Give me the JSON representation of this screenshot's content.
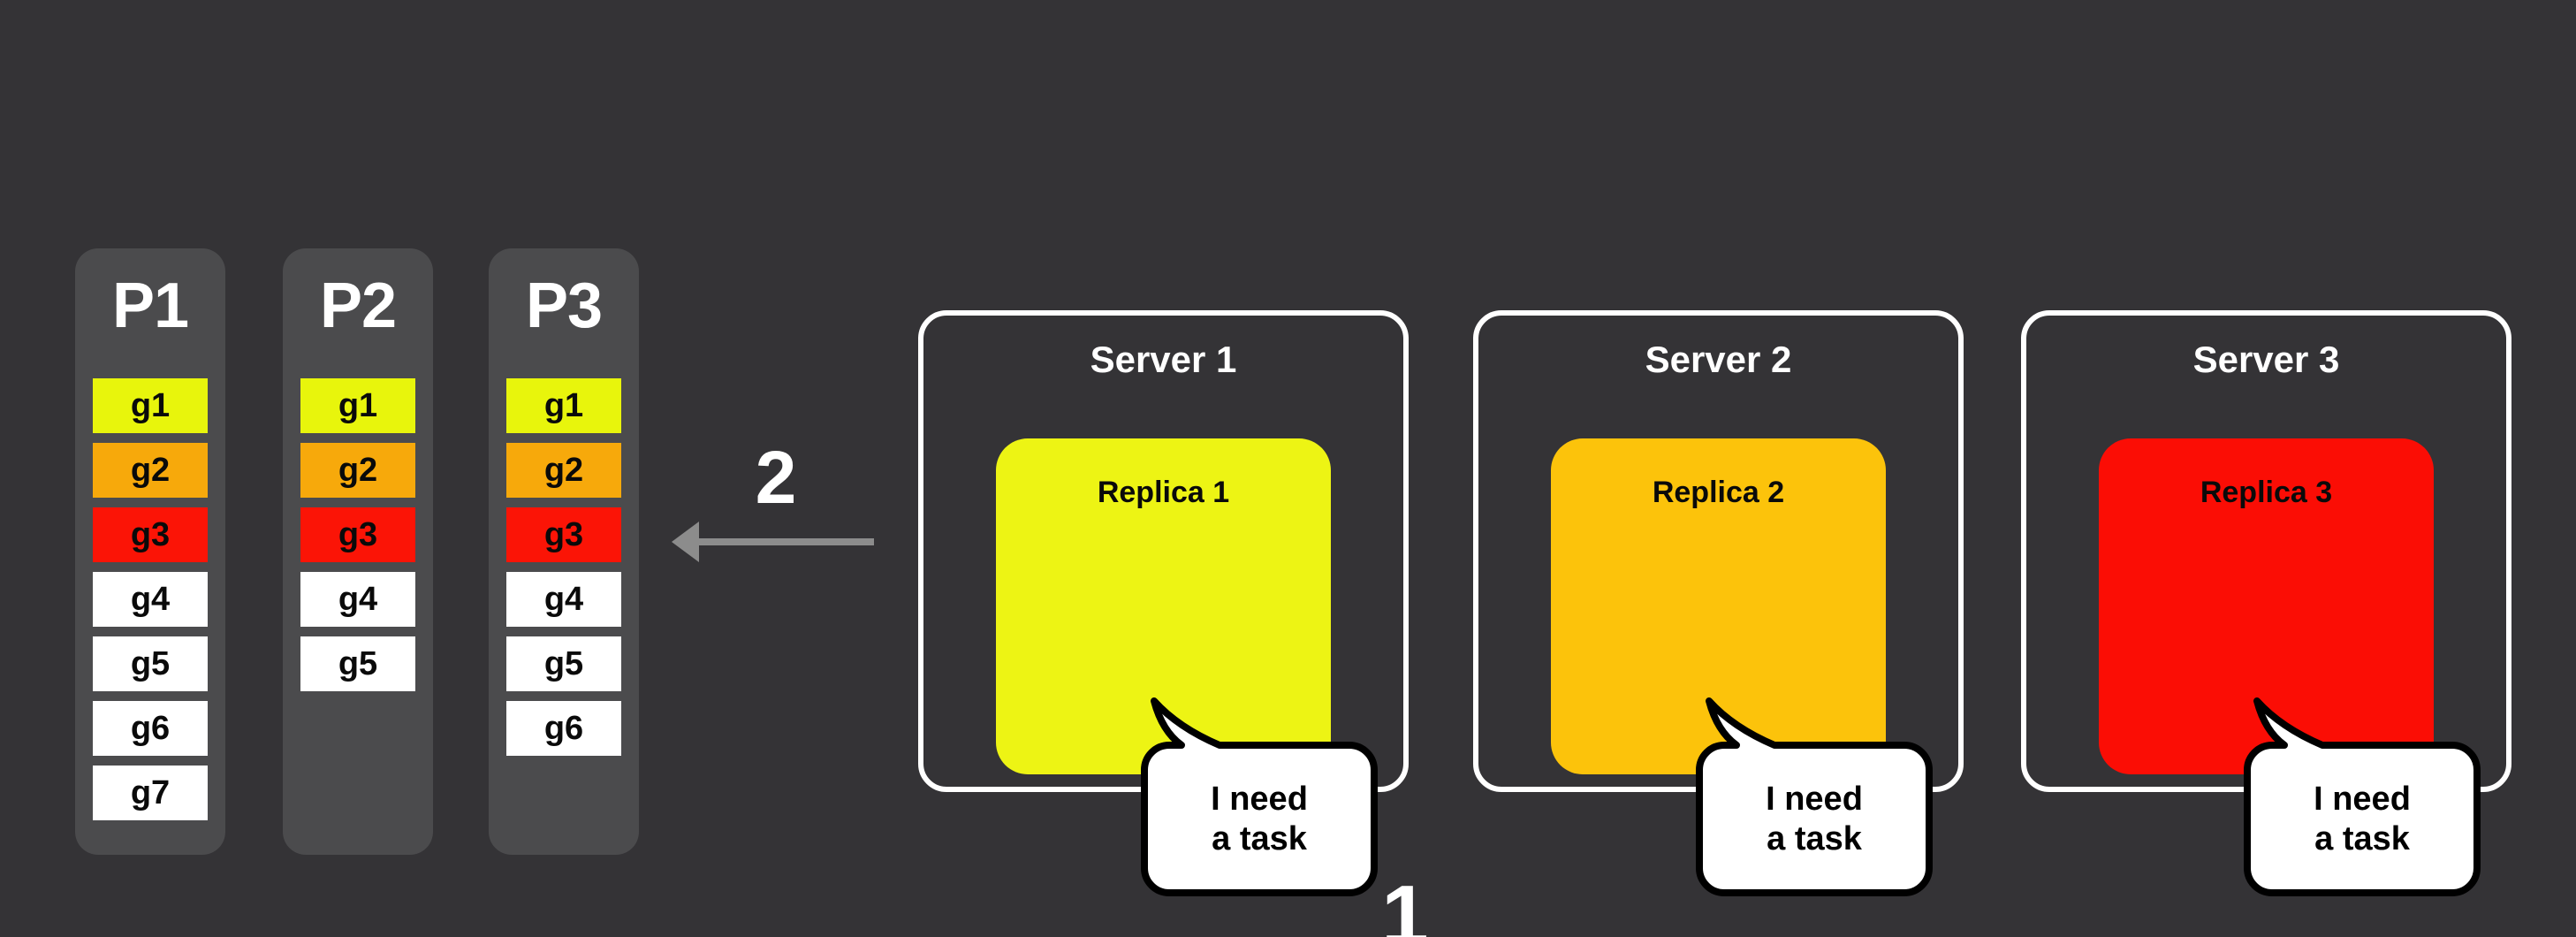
{
  "canvas": {
    "background": "#343336",
    "panel_bg": "#4B4B4D",
    "arrow_color": "#8C8C8C"
  },
  "steps": {
    "step1_label": "1",
    "step2_label": "2"
  },
  "partitions": {
    "columns": [
      {
        "title": "P1",
        "tasks": [
          {
            "label": "g1",
            "color": "#E8F50C"
          },
          {
            "label": "g2",
            "color": "#F7A90B"
          },
          {
            "label": "g3",
            "color": "#FB1406"
          },
          {
            "label": "g4",
            "color": "#FFFFFF"
          },
          {
            "label": "g5",
            "color": "#FFFFFF"
          },
          {
            "label": "g6",
            "color": "#FFFFFF"
          },
          {
            "label": "g7",
            "color": "#FFFFFF"
          }
        ]
      },
      {
        "title": "P2",
        "tasks": [
          {
            "label": "g1",
            "color": "#E8F50C"
          },
          {
            "label": "g2",
            "color": "#F7A90B"
          },
          {
            "label": "g3",
            "color": "#FB1406"
          },
          {
            "label": "g4",
            "color": "#FFFFFF"
          },
          {
            "label": "g5",
            "color": "#FFFFFF"
          }
        ]
      },
      {
        "title": "P3",
        "tasks": [
          {
            "label": "g1",
            "color": "#E8F50C"
          },
          {
            "label": "g2",
            "color": "#F7A90B"
          },
          {
            "label": "g3",
            "color": "#FB1406"
          },
          {
            "label": "g4",
            "color": "#FFFFFF"
          },
          {
            "label": "g5",
            "color": "#FFFFFF"
          },
          {
            "label": "g6",
            "color": "#FFFFFF"
          }
        ]
      }
    ]
  },
  "servers": [
    {
      "name": "Server 1",
      "replica": {
        "label": "Replica 1",
        "color": "#EDF414"
      },
      "bubble": {
        "line1": "I need",
        "line2": "a task"
      }
    },
    {
      "name": "Server 2",
      "replica": {
        "label": "Replica 2",
        "color": "#FCC30B"
      },
      "bubble": {
        "line1": "I need",
        "line2": "a task"
      }
    },
    {
      "name": "Server 3",
      "replica": {
        "label": "Replica 3",
        "color": "#FB0D05"
      },
      "bubble": {
        "line1": "I need",
        "line2": "a task"
      }
    }
  ]
}
